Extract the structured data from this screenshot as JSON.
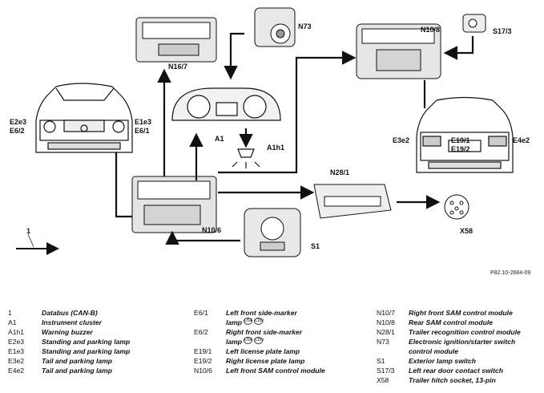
{
  "diagram": {
    "labels": {
      "n16_7": "N16/7",
      "n73": "N73",
      "n10_8": "N10/8",
      "s17_3": "S17/3",
      "e2e3": "E2e3",
      "e6_2": "E6/2",
      "e1e3": "E1e3",
      "e6_1": "E6/1",
      "a1": "A1",
      "a1h1": "A1h1",
      "e3e2": "E3e2",
      "e19_1": "E19/1",
      "e19_2": "E19/2",
      "e4e2": "E4e2",
      "n28_1": "N28/1",
      "x58": "X58",
      "n10_6": "N10/6",
      "s1": "S1",
      "one": "1"
    },
    "figure_id": "P82.10-2684-09"
  },
  "legend": {
    "col1": [
      {
        "code": "1",
        "desc": "Databus (CAN-B)"
      },
      {
        "code": "A1",
        "desc": "Instrument cluster"
      },
      {
        "code": "A1h1",
        "desc": "Warning buzzer"
      },
      {
        "code": "E2e3",
        "desc": "Standing and parking lamp"
      },
      {
        "code": "E1e3",
        "desc": "Standing and parking lamp"
      },
      {
        "code": "E3e2",
        "desc": "Tail and parking lamp"
      },
      {
        "code": "E4e2",
        "desc": "Tail and parking lamp"
      }
    ],
    "col2": [
      {
        "code": "E6/1",
        "desc": "Left front side-marker",
        "desc2": "lamp",
        "badges": [
          "USA",
          "CDN"
        ]
      },
      {
        "code": "E6/2",
        "desc": "Right front side-marker",
        "desc2": "lamp",
        "badges": [
          "USA",
          "CDN"
        ]
      },
      {
        "code": "E19/1",
        "desc": "Left license plate lamp"
      },
      {
        "code": "E19/2",
        "desc": "Right license plate lamp"
      },
      {
        "code": "N10/6",
        "desc": "Left front SAM control module"
      }
    ],
    "col3": [
      {
        "code": "N10/7",
        "desc": "Right front SAM control module"
      },
      {
        "code": "N10/8",
        "desc": "Rear SAM control module"
      },
      {
        "code": "N28/1",
        "desc": "Trailer recognition control module"
      },
      {
        "code": "N73",
        "desc": "Electronic ignition/starter switch",
        "desc2": "control module"
      },
      {
        "code": "S1",
        "desc": "Exterior lamp switch"
      },
      {
        "code": "S17/3",
        "desc": "Left rear door contact switch"
      },
      {
        "code": "X58",
        "desc": "Trailer hitch socket, 13-pin"
      }
    ]
  }
}
